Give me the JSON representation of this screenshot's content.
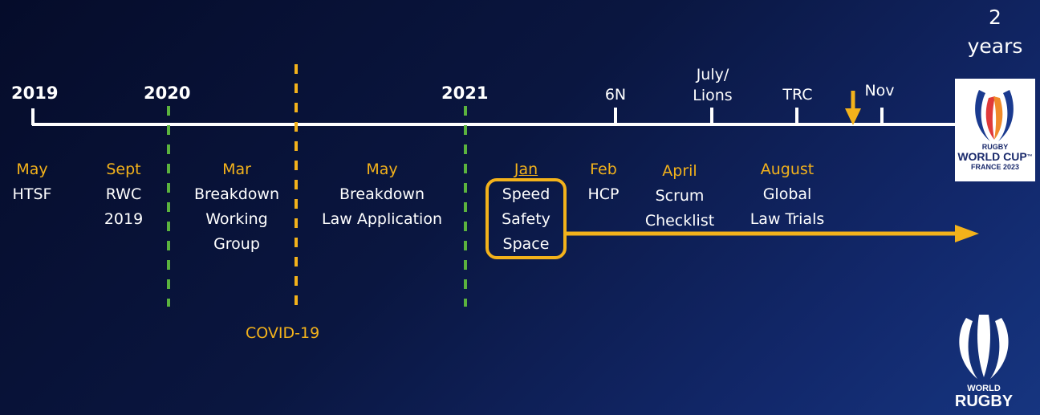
{
  "timeline": {
    "years": [
      "2019",
      "2020",
      "2021"
    ],
    "markers": [
      "6N",
      "July/\nLions",
      "TRC",
      "Nov"
    ],
    "two_years_line1": "2",
    "two_years_line2": "years",
    "covid": "COVID-19"
  },
  "events": [
    {
      "month": "May",
      "desc": "HTSF"
    },
    {
      "month": "Sept",
      "desc": "RWC\n2019"
    },
    {
      "month": "Mar",
      "desc": "Breakdown\nWorking\nGroup"
    },
    {
      "month": "May",
      "desc": "Breakdown\nLaw Application"
    },
    {
      "month": "Jan",
      "desc": "Speed\nSafety\nSpace"
    },
    {
      "month": "Feb",
      "desc": "HCP"
    },
    {
      "month": "April",
      "desc": "Scrum\nChecklist"
    },
    {
      "month": "August",
      "desc": "Global\nLaw Trials"
    }
  ],
  "rwc_logo": {
    "line1": "RUGBY",
    "line2": "WORLD CUP",
    "tm": "™",
    "line3": "FRANCE 2023"
  },
  "wr_logo": {
    "line1": "WORLD",
    "line2": "RUGBY"
  },
  "colors": {
    "accent": "#f3b21b",
    "green": "#5bb33e",
    "white": "#ffffff",
    "background": "#0a1640"
  }
}
